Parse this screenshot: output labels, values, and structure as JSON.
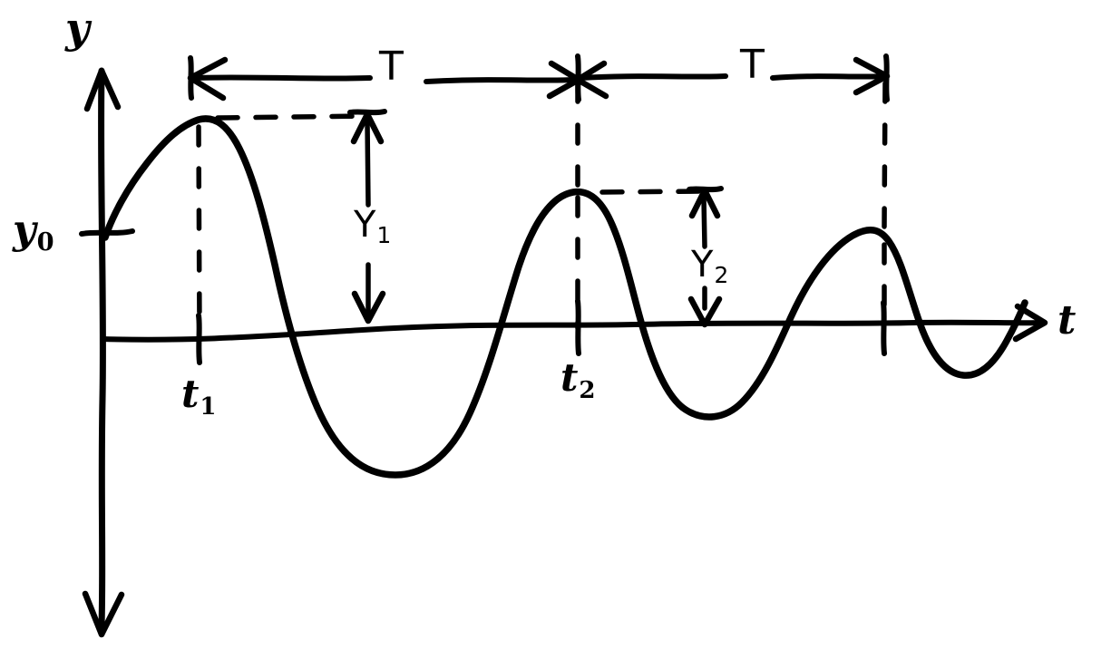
{
  "figure": {
    "kind": "hand-drawn-sketch",
    "description": "Damped oscillation y versus t showing period T and successive amplitudes Y1 and Y2",
    "ink_color": "#000000",
    "background_color": "#ffffff"
  },
  "axes": {
    "y_axis": {
      "label": "y",
      "origin_label": "y₀",
      "origin_label_base": "y",
      "origin_label_sub": "0",
      "direction": "vertical",
      "arrow_top": true,
      "arrow_bottom": true
    },
    "t_axis": {
      "label": "t",
      "direction": "horizontal",
      "arrow_right": true
    }
  },
  "tick_labels": [
    {
      "name": "t1",
      "base": "t",
      "sub": "1"
    },
    {
      "name": "t2",
      "base": "t",
      "sub": "2"
    }
  ],
  "dimension_labels": {
    "period_first": "T",
    "period_second": "T"
  },
  "amplitude_labels": [
    {
      "name": "Y1",
      "base": "Y",
      "sub": "1"
    },
    {
      "name": "Y2",
      "base": "Y",
      "sub": "2"
    }
  ],
  "chart_data": {
    "type": "line",
    "title": "",
    "xlabel": "t",
    "ylabel": "y",
    "grid": false,
    "legend": null,
    "annotations": [
      {
        "text": "T",
        "kind": "period-dimension",
        "from_x": "t1",
        "to_x": "t2"
      },
      {
        "text": "T",
        "kind": "period-dimension",
        "from_x": "t2",
        "to_x": "t3"
      },
      {
        "text": "Y1",
        "kind": "amplitude-arrow",
        "at_x": "t1",
        "from_y": 0,
        "to_y": "peak1"
      },
      {
        "text": "Y2",
        "kind": "amplitude-arrow",
        "at_x": "t2",
        "from_y": 0,
        "to_y": "peak2"
      },
      {
        "text": "y0",
        "kind": "axis-tick",
        "at_y": "initial-value"
      },
      {
        "text": "t1",
        "kind": "axis-tick",
        "at_x": "peak1"
      },
      {
        "text": "t2",
        "kind": "axis-tick",
        "at_x": "peak2"
      }
    ],
    "series": [
      {
        "name": "damped oscillation",
        "description": "decaying sinusoid starting at y0, three positive peaks of decreasing height",
        "extrema": [
          {
            "kind": "start",
            "x": 0.0,
            "y": 0.45
          },
          {
            "kind": "peak",
            "x": 0.1,
            "y": 1.0,
            "label": "Y1"
          },
          {
            "kind": "trough",
            "x": 0.32,
            "y": -0.6
          },
          {
            "kind": "peak",
            "x": 0.51,
            "y": 0.56,
            "label": "Y2"
          },
          {
            "kind": "trough",
            "x": 0.66,
            "y": -0.33
          },
          {
            "kind": "peak",
            "x": 0.84,
            "y": 0.32
          },
          {
            "kind": "trough",
            "x": 0.93,
            "y": -0.16
          },
          {
            "kind": "end",
            "x": 1.0,
            "y": -0.02
          }
        ]
      }
    ]
  }
}
